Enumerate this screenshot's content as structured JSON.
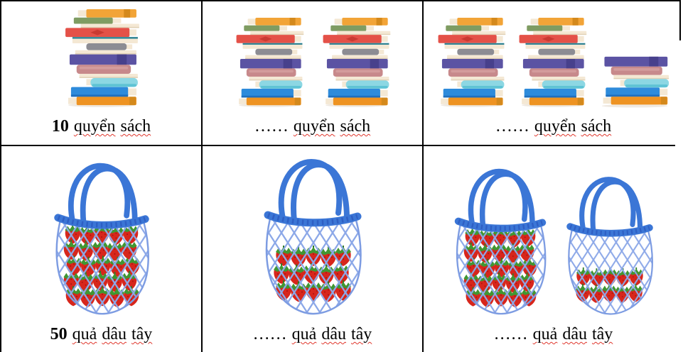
{
  "worksheet": {
    "title": "counting worksheet (books and strawberries)",
    "cells": [
      {
        "count": "10",
        "unit": [
          "quyển",
          "sách"
        ],
        "illustrations": [
          "book-stack"
        ]
      },
      {
        "count": "……",
        "unit": [
          "quyển",
          "sách"
        ],
        "illustrations": [
          "book-stack",
          "book-stack"
        ]
      },
      {
        "count": "……",
        "unit": [
          "quyển",
          "sách"
        ],
        "illustrations": [
          "book-stack",
          "book-stack",
          "short-book-stack"
        ]
      },
      {
        "count": "50",
        "unit": [
          "quả",
          "dâu",
          "tây"
        ],
        "illustrations": [
          "strawberry-net-bag-5-rows"
        ]
      },
      {
        "count": "……",
        "unit": [
          "quả",
          "dâu",
          "tây"
        ],
        "illustrations": [
          "strawberry-net-bag-3-rows"
        ]
      },
      {
        "count": "……",
        "unit": [
          "quả",
          "dâu",
          "tây"
        ],
        "illustrations": [
          "strawberry-net-bag-5-rows",
          "strawberry-net-bag-2-rows"
        ]
      }
    ],
    "icons": {
      "book_stack": "book-stack-illustration",
      "short_book_stack": "short-book-stack-illustration",
      "strawberry_bag": "strawberry-net-bag-illustration"
    },
    "colors": {
      "border": "#000000",
      "text": "#000000",
      "squiggle_red": "#e0362c",
      "bag_handle_blue": "#3b76d6",
      "net_blue": "#8ca8e8",
      "berry_red": "#d7261c",
      "leaf_green": "#3f9732",
      "book_orange": "#f2a437",
      "book_red": "#e45148",
      "book_purple": "#5b53a3",
      "book_blue": "#2e8bdb",
      "book_cyan": "#8cd7e3"
    }
  }
}
